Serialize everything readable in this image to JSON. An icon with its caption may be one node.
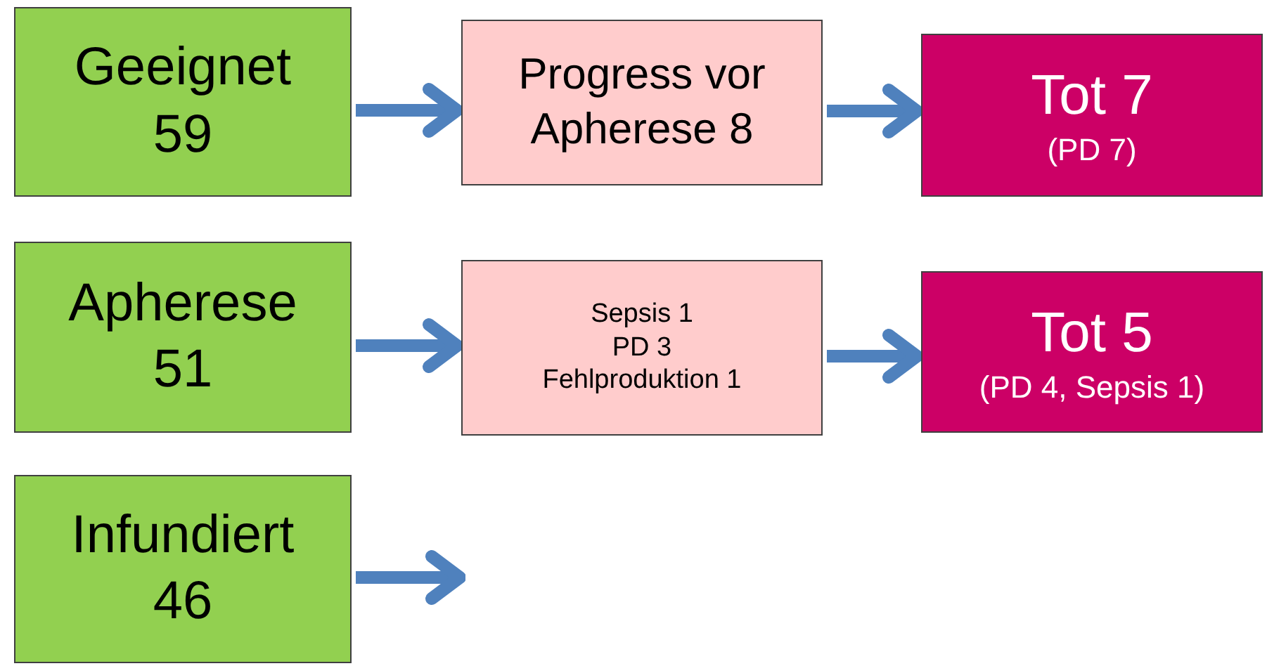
{
  "diagram": {
    "nodes": [
      {
        "text": [
          "Geeignet",
          "59"
        ]
      },
      {
        "text": [
          "Progress vor Apherese 8"
        ]
      },
      {
        "text": [
          "Tot 7",
          "(PD 7)"
        ]
      },
      {
        "text": [
          "Apherese",
          "51"
        ]
      },
      {
        "text": [
          "Sepsis 1",
          "PD 3",
          "Fehlproduktion 1"
        ]
      },
      {
        "text": [
          "Tot 5",
          "(PD 4, Sepsis 1)"
        ]
      },
      {
        "text": [
          "Infundiert",
          "46"
        ]
      }
    ],
    "edges": [
      {
        "from": 0,
        "to": 1,
        "arrow": "to"
      },
      {
        "from": 1,
        "to": 2,
        "arrow": "to"
      },
      {
        "from": 3,
        "to": 4,
        "arrow": "to"
      },
      {
        "from": 4,
        "to": 5,
        "arrow": "to"
      },
      {
        "from": 6,
        "to": null,
        "arrow": "to"
      }
    ]
  }
}
